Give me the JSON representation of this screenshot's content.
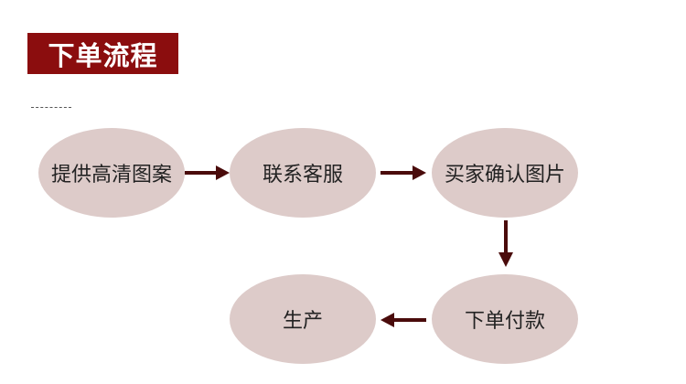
{
  "title": "下单流程",
  "colors": {
    "title_bg": "#8b0d0e",
    "title_text": "#ffffff",
    "node_fill": "#ddcbc9",
    "arrow": "#4a0b0b"
  },
  "nodes": [
    {
      "label": "提供高清图案"
    },
    {
      "label": "联系客服"
    },
    {
      "label": "买家确认图片"
    },
    {
      "label": "下单付款"
    },
    {
      "label": "生产"
    }
  ]
}
